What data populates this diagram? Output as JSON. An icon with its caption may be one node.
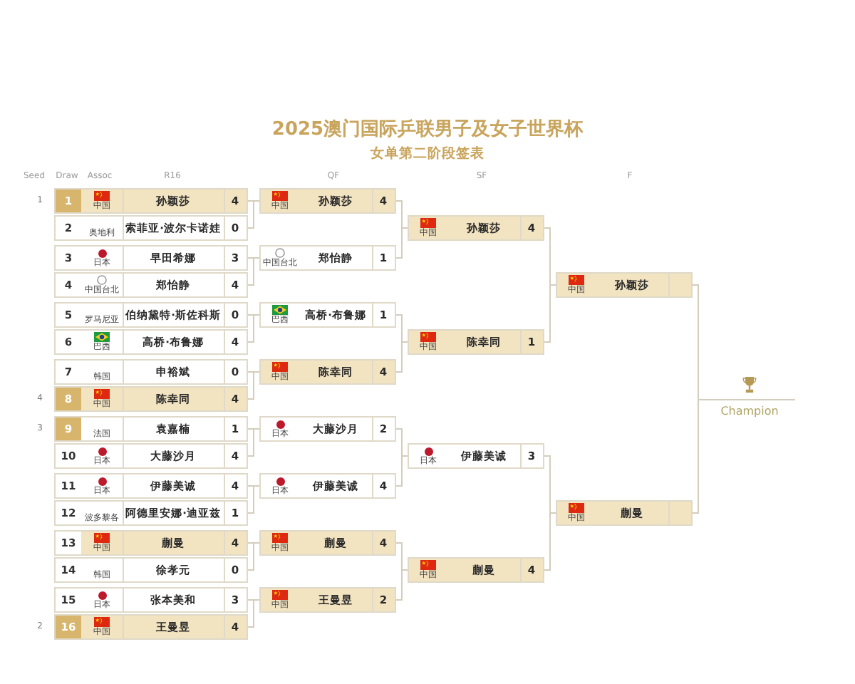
{
  "diagram": {
    "title": "2025澳门国际乒联男子及女子世界杯",
    "nodes": [
      {
        "text": [
          "1",
          "中国",
          "孙颖莎",
          "4"
        ],
        "beside": [
          "1"
        ]
      },
      {
        "text": [
          "2",
          "奥地利",
          "索菲亚·波尔卡诺娃",
          "0"
        ]
      },
      {
        "text": [
          "3",
          "日本",
          "早田希娜",
          "3"
        ]
      },
      {
        "text": [
          "4",
          "中国台北",
          "郑怡静",
          "4"
        ]
      },
      {
        "text": [
          "5",
          "罗马尼亚",
          "伯纳黛特·斯佐科斯",
          "0"
        ]
      },
      {
        "text": [
          "6",
          "巴西",
          "高桥·布鲁娜",
          "4"
        ]
      },
      {
        "text": [
          "7",
          "韩国",
          "申裕斌",
          "0"
        ]
      },
      {
        "text": [
          "8",
          "中国",
          "陈幸同",
          "4"
        ],
        "beside": [
          "4"
        ]
      },
      {
        "text": [
          "9",
          "法国",
          "袁嘉楠",
          "1"
        ],
        "beside": [
          "3"
        ]
      },
      {
        "text": [
          "10",
          "日本",
          "大藤沙月",
          "4"
        ]
      },
      {
        "text": [
          "11",
          "日本",
          "伊藤美诚",
          "4"
        ]
      },
      {
        "text": [
          "12",
          "波多黎各",
          "阿德里安娜·迪亚兹",
          "1"
        ]
      },
      {
        "text": [
          "13",
          "中国",
          "蒯曼",
          "4"
        ]
      },
      {
        "text": [
          "14",
          "韩国",
          "徐孝元",
          "0"
        ]
      },
      {
        "text": [
          "15",
          "日本",
          "张本美和",
          "3"
        ]
      },
      {
        "text": [
          "16",
          "中国",
          "王曼昱",
          "4"
        ],
        "beside": [
          "2"
        ]
      },
      {
        "text": [
          "中国",
          "孙颖莎",
          "4"
        ]
      },
      {
        "text": [
          "中国台北",
          "郑怡静",
          "1"
        ]
      },
      {
        "text": [
          "巴西",
          "高桥·布鲁娜",
          "1"
        ]
      },
      {
        "text": [
          "中国",
          "陈幸同",
          "4"
        ]
      },
      {
        "text": [
          "日本",
          "大藤沙月",
          "2"
        ]
      },
      {
        "text": [
          "日本",
          "伊藤美诚",
          "4"
        ]
      },
      {
        "text": [
          "中国",
          "蒯曼",
          "4"
        ]
      },
      {
        "text": [
          "中国",
          "王曼昱",
          "2"
        ]
      },
      {
        "text": [
          "中国",
          "孙颖莎",
          "4"
        ]
      },
      {
        "text": [
          "中国",
          "陈幸同",
          "1"
        ]
      },
      {
        "text": [
          "日本",
          "伊藤美诚",
          "3"
        ]
      },
      {
        "text": [
          "中国",
          "蒯曼",
          "4"
        ]
      },
      {
        "text": [
          "中国",
          "孙颖莎"
        ]
      },
      {
        "text": [
          "中国",
          "蒯曼"
        ]
      },
      {
        "text": [
          "Champion"
        ]
      }
    ],
    "edges": [
      {
        "from": 0,
        "to": 16,
        "arrow": "none"
      },
      {
        "from": 1,
        "to": 16,
        "arrow": "none"
      },
      {
        "from": 2,
        "to": 17,
        "arrow": "none"
      },
      {
        "from": 3,
        "to": 17,
        "arrow": "none"
      },
      {
        "from": 4,
        "to": 18,
        "arrow": "none"
      },
      {
        "from": 5,
        "to": 18,
        "arrow": "none"
      },
      {
        "from": 6,
        "to": 19,
        "arrow": "none"
      },
      {
        "from": 7,
        "to": 19,
        "arrow": "none"
      },
      {
        "from": 8,
        "to": 20,
        "arrow": "none"
      },
      {
        "from": 9,
        "to": 20,
        "arrow": "none"
      },
      {
        "from": 10,
        "to": 21,
        "arrow": "none"
      },
      {
        "from": 11,
        "to": 21,
        "arrow": "none"
      },
      {
        "from": 12,
        "to": 22,
        "arrow": "none"
      },
      {
        "from": 13,
        "to": 22,
        "arrow": "none"
      },
      {
        "from": 14,
        "to": 23,
        "arrow": "none"
      },
      {
        "from": 15,
        "to": 23,
        "arrow": "none"
      },
      {
        "from": 16,
        "to": 24,
        "arrow": "none"
      },
      {
        "from": 17,
        "to": 24,
        "arrow": "none"
      },
      {
        "from": 18,
        "to": 25,
        "arrow": "none"
      },
      {
        "from": 19,
        "to": 25,
        "arrow": "none"
      },
      {
        "from": 20,
        "to": 26,
        "arrow": "none"
      },
      {
        "from": 21,
        "to": 26,
        "arrow": "none"
      },
      {
        "from": 22,
        "to": 27,
        "arrow": "none"
      },
      {
        "from": 23,
        "to": 27,
        "arrow": "none"
      },
      {
        "from": 24,
        "to": 28,
        "arrow": "none"
      },
      {
        "from": 25,
        "to": 28,
        "arrow": "none"
      },
      {
        "from": 26,
        "to": 29,
        "arrow": "none"
      },
      {
        "from": 27,
        "to": 29,
        "arrow": "none"
      },
      {
        "from": 28,
        "to": 30,
        "arrow": "none"
      },
      {
        "from": 29,
        "to": 30,
        "arrow": "none"
      }
    ],
    "labels": [
      "女单第二阶段签表",
      "Seed",
      "Draw",
      "Assoc",
      "R16",
      "QF",
      "SF",
      "F"
    ]
  }
}
